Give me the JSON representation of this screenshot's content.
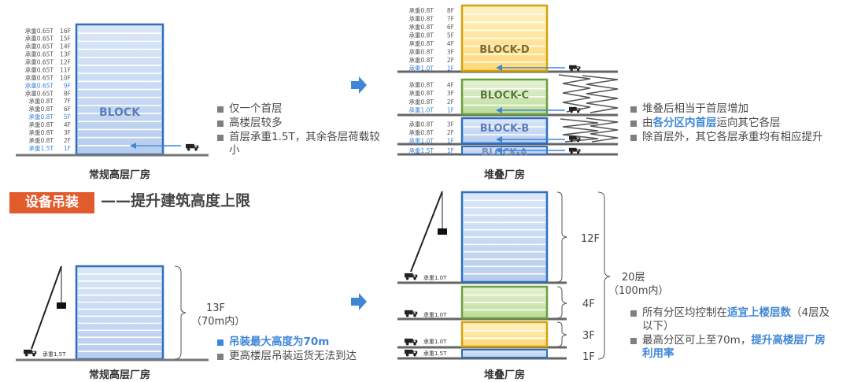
{
  "top_left": {
    "caption": "常规高层厂房",
    "block_label": "BLOCK",
    "floors": [
      {
        "load": "承重0.65T",
        "floor": "16F"
      },
      {
        "load": "承重0.65T",
        "floor": "15F"
      },
      {
        "load": "承重0.65T",
        "floor": "14F"
      },
      {
        "load": "承重0.65T",
        "floor": "13F"
      },
      {
        "load": "承重0.65T",
        "floor": "12F"
      },
      {
        "load": "承重0.65T",
        "floor": "11F"
      },
      {
        "load": "承重0.65T",
        "floor": "10F"
      },
      {
        "load": "承重0.65T",
        "floor": "9F",
        "highlight": true
      },
      {
        "load": "承重0.65T",
        "floor": "8F"
      },
      {
        "load": "承重0.8T",
        "floor": "7F"
      },
      {
        "load": "承重0.8T",
        "floor": "6F"
      },
      {
        "load": "承重0.8T",
        "floor": "5F",
        "highlight": true
      },
      {
        "load": "承重0.8T",
        "floor": "4F"
      },
      {
        "load": "承重0.8T",
        "floor": "3F"
      },
      {
        "load": "承重0.8T",
        "floor": "2F"
      },
      {
        "load": "承重1.5T",
        "floor": "1F",
        "highlight": true
      }
    ],
    "bullets": [
      "仅一个首层",
      "高楼层较多",
      "首层承重1.5T，其余各层荷载较小"
    ]
  },
  "top_right": {
    "caption": "堆叠厂房",
    "blocks": [
      "BLOCK-D",
      "BLOCK-C",
      "BLOCK-B",
      "BLOCK-A"
    ],
    "labels_d": [
      {
        "load": "承重0.8T",
        "floor": "8F"
      },
      {
        "load": "承重0.8T",
        "floor": "7F"
      },
      {
        "load": "承重0.8T",
        "floor": "6F"
      },
      {
        "load": "承重0.8T",
        "floor": "5F"
      },
      {
        "load": "承重0.8T",
        "floor": "4F"
      },
      {
        "load": "承重0.8T",
        "floor": "3F"
      },
      {
        "load": "承重0.8T",
        "floor": "2F"
      },
      {
        "load": "承重1.0T",
        "floor": "1F",
        "highlight": true
      }
    ],
    "labels_c": [
      {
        "load": "承重0.8T",
        "floor": "4F"
      },
      {
        "load": "承重0.8T",
        "floor": "3F"
      },
      {
        "load": "承重0.8T",
        "floor": "2F"
      },
      {
        "load": "承重1.0T",
        "floor": "1F",
        "highlight": true
      }
    ],
    "labels_b": [
      {
        "load": "承重0.8T",
        "floor": "3F"
      },
      {
        "load": "承重0.8T",
        "floor": "2F"
      },
      {
        "load": "承重1.0T",
        "floor": "1F",
        "highlight": true
      }
    ],
    "labels_a": [
      {
        "load": "承重1.5T",
        "floor": "1F",
        "highlight": true
      }
    ],
    "bullets": {
      "b1": "堆叠后相当于首层增加",
      "b2_pre": "由",
      "b2_hl": "各分区内首层",
      "b2_post": "运向其它各层",
      "b3": "除首层外，其它各层承重均有相应提升"
    }
  },
  "section": {
    "badge": "设备吊装",
    "title": "——提升建筑高度上限"
  },
  "bottom_left": {
    "caption": "常规高层厂房",
    "crane_load": "承重1.5T",
    "height_floors": "13F",
    "height_limit": "（70m内）",
    "bullets": [
      "吊装最大高度为70m",
      "更高楼层吊装运货无法到达"
    ]
  },
  "bottom_right": {
    "caption": "堆叠厂房",
    "crane_loads": [
      "承重1.0T",
      "承重1.0T",
      "承重1.0T",
      "承重1.5T"
    ],
    "segments": [
      "12F",
      "4F",
      "3F",
      "1F"
    ],
    "total_floors": "20层",
    "total_height": "（100m内）",
    "bullets": {
      "b1_pre": "所有分区均控制在",
      "b1_hl": "适宜上楼层数",
      "b1_post": "（4层及以下）",
      "b2_pre": "最高分区可上至70m，",
      "b2_hl": "提升高楼层厂房利用率"
    }
  },
  "colors": {
    "blue_block": "#c9daf2",
    "blue_border": "#2f6fbf",
    "yellow_block": "#ffe9a3",
    "yellow_border": "#d4a20a",
    "green_block": "#d4e8bb",
    "green_border": "#6aa03c",
    "accent": "#3e86d6",
    "badge": "#e25b2d"
  }
}
